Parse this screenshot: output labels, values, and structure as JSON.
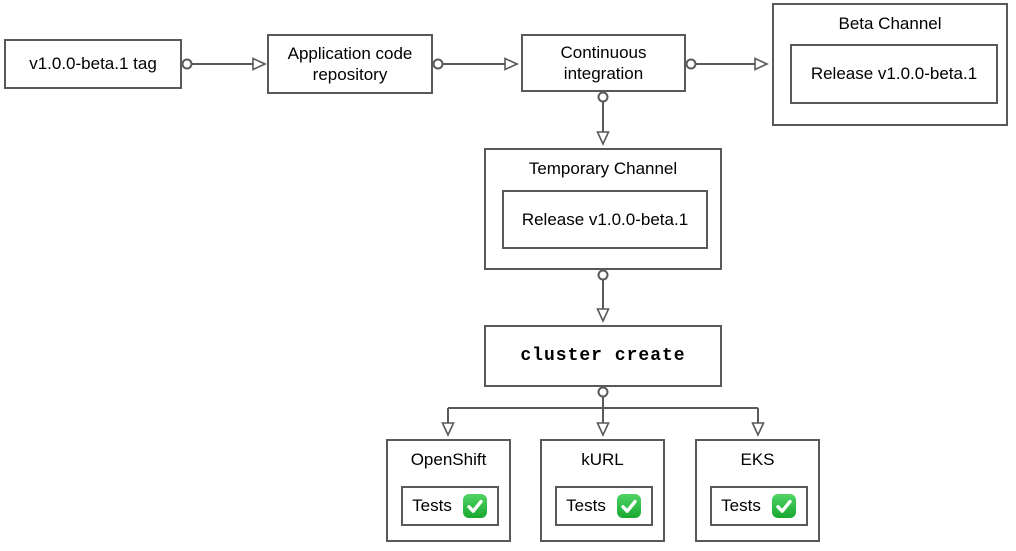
{
  "colors": {
    "stroke": "#595959",
    "text": "#000000",
    "box_fill": "#ffffff",
    "canvas_bg": "#ffffff",
    "check_green_light": "#52d465",
    "check_green_dark": "#17a82f"
  },
  "nodes": {
    "tag": {
      "label": "v1.0.0-beta.1 tag"
    },
    "app_repo": {
      "label": "Application code repository"
    },
    "ci": {
      "label": "Continuous integration"
    },
    "beta_channel": {
      "title": "Beta Channel",
      "release_label": "Release v1.0.0-beta.1"
    },
    "temp_channel": {
      "title": "Temporary Channel",
      "release_label": "Release v1.0.0-beta.1"
    },
    "cluster_create": {
      "label": "cluster create"
    },
    "distributions": [
      {
        "name": "OpenShift",
        "tests_label": "Tests",
        "tests_status_icon": "white-check-mark"
      },
      {
        "name": "kURL",
        "tests_label": "Tests",
        "tests_status_icon": "white-check-mark"
      },
      {
        "name": "EKS",
        "tests_label": "Tests",
        "tests_status_icon": "white-check-mark"
      }
    ]
  }
}
